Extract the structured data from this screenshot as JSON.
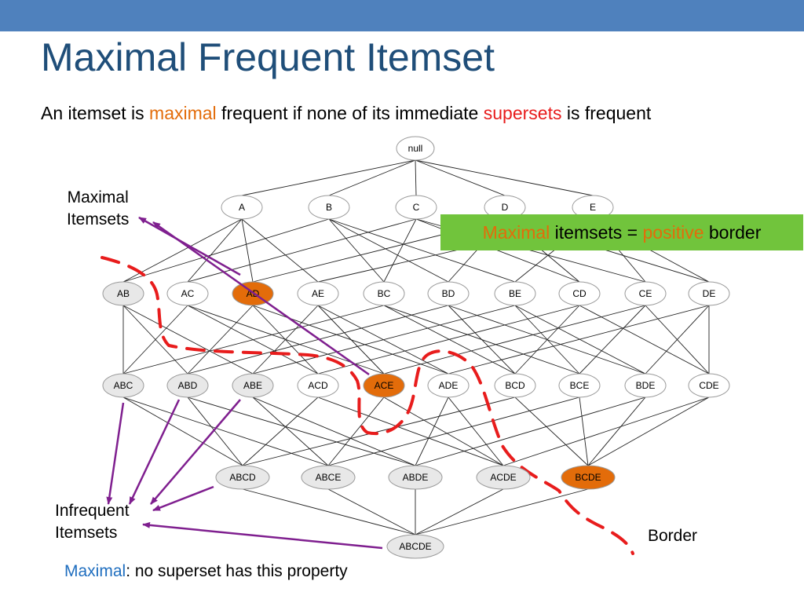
{
  "header": {
    "title": "Maximal Frequent Itemset",
    "subtitle": {
      "part1": "An itemset is ",
      "highlight1": "maximal",
      "part2": " frequent if none of its immediate ",
      "highlight2": "supersets",
      "part3": " is frequent"
    }
  },
  "callout": {
    "highlight1": "Maximal",
    "part1": " itemsets = ",
    "highlight2": "positive",
    "part2": " border"
  },
  "labels": {
    "maximal_line1": "Maximal",
    "maximal_line2": "Itemsets",
    "infrequent_line1": "Infrequent",
    "infrequent_line2": "Itemsets",
    "border": "Border"
  },
  "footer": {
    "highlight": "Maximal",
    "text": ": no superset has this property"
  },
  "colors": {
    "topbar": "#4f81bd",
    "title": "#1f4e79",
    "maximal_node": "#e36c0a",
    "normal_node": "#ffffff",
    "infrequent_node": "#e8e8e8",
    "border_line": "#e81c1c",
    "arrow": "#7f1f8f",
    "callout_bg": "#71c43c"
  },
  "lattice": {
    "levels": [
      [
        "null"
      ],
      [
        "A",
        "B",
        "C",
        "D",
        "E"
      ],
      [
        "AB",
        "AC",
        "AD",
        "AE",
        "BC",
        "BD",
        "BE",
        "CD",
        "CE",
        "DE"
      ],
      [
        "ABC",
        "ABD",
        "ABE",
        "ACD",
        "ACE",
        "ADE",
        "BCD",
        "BCE",
        "BDE",
        "CDE"
      ],
      [
        "ABCD",
        "ABCE",
        "ABDE",
        "ACDE",
        "BCDE"
      ],
      [
        "ABCDE"
      ]
    ],
    "maximal": [
      "AD",
      "ACE",
      "BCDE"
    ],
    "infrequent": [
      "AB",
      "ABC",
      "ABD",
      "ABE",
      "ABCD",
      "ABCE",
      "ABDE",
      "ACDE",
      "ABCDE"
    ]
  }
}
